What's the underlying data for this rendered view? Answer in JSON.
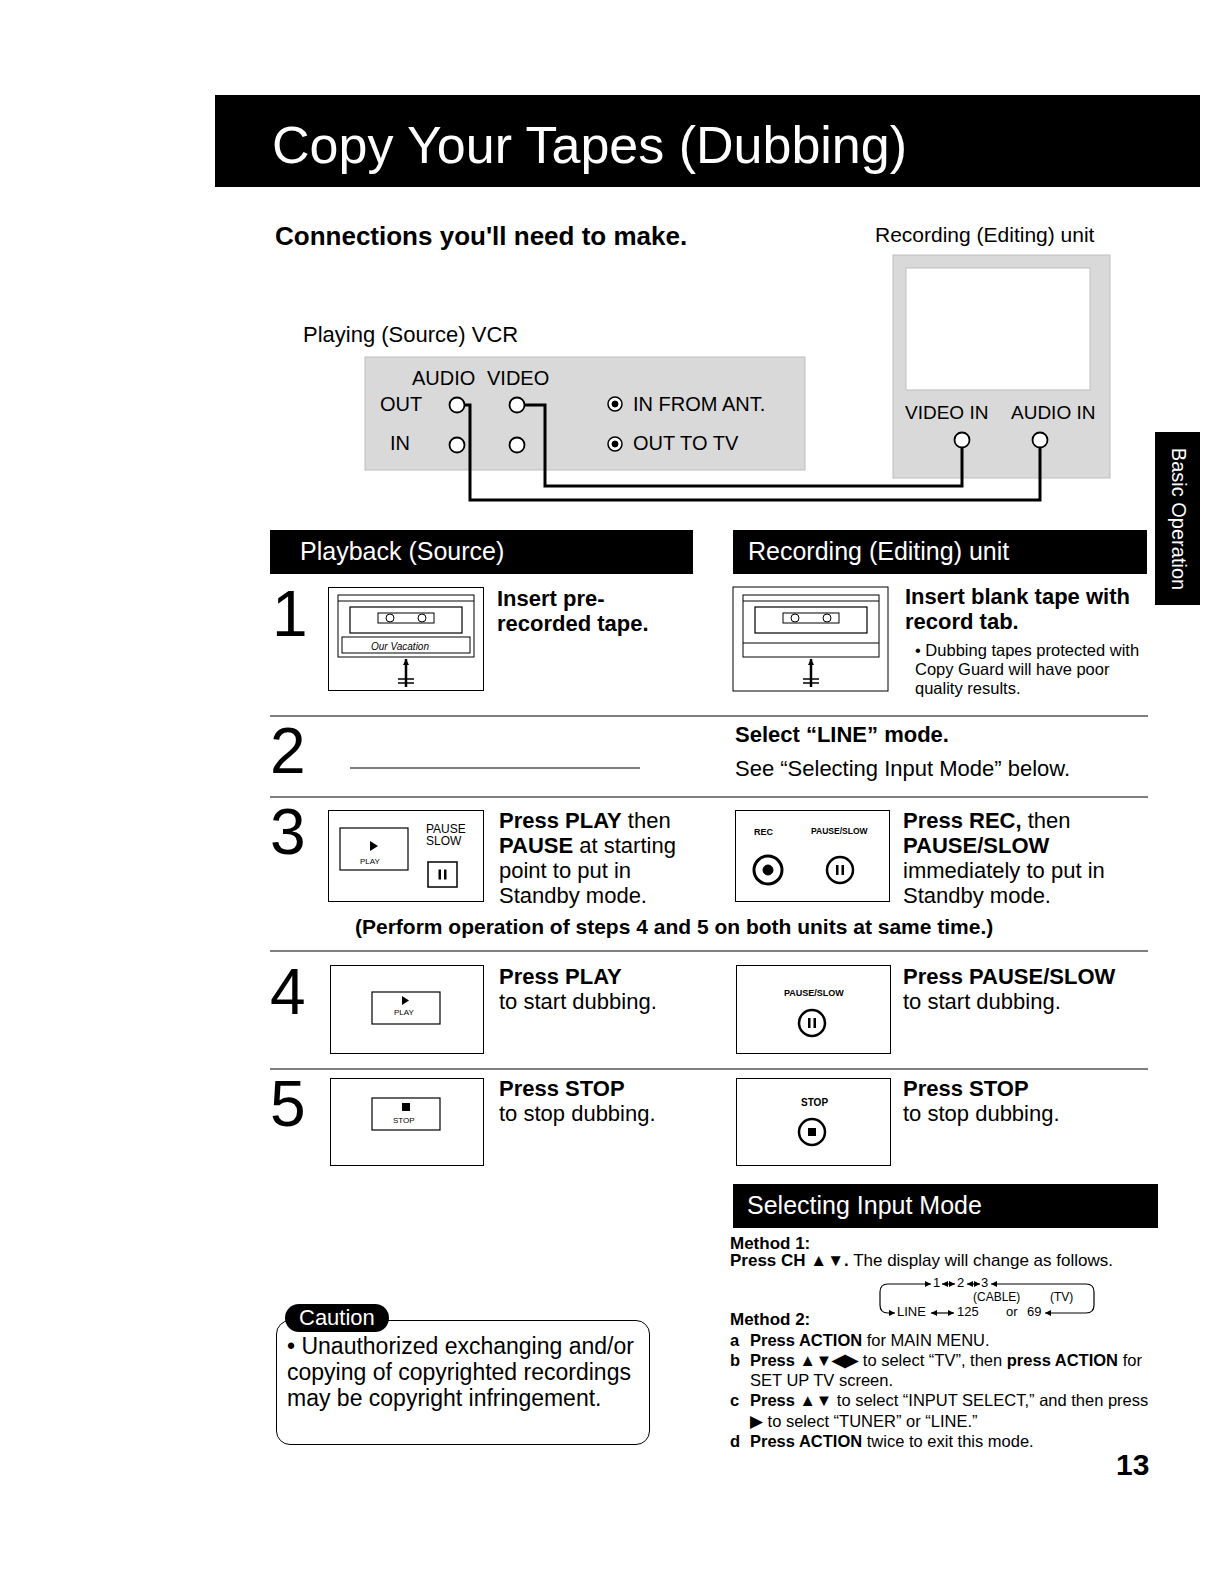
{
  "diagram": {
    "title": "Copy Your Tapes (Dubbing)",
    "nodes": [
      {
        "text": [
          "Playing (Source) VCR"
        ]
      },
      {
        "text": [
          "Recording (Editing) unit"
        ]
      },
      {
        "text": [
          "Basic Operation"
        ]
      },
      {
        "text": [
          "Playback (Source)"
        ]
      },
      {
        "text": [
          "Recording (Editing) unit"
        ]
      },
      {
        "text": [
          "Our Vacation"
        ]
      },
      {
        "text": [
          "PLAY",
          "PAUSE SLOW"
        ]
      },
      {
        "text": [
          "REC",
          "PAUSE/SLOW"
        ]
      },
      {
        "text": [
          "PLAY"
        ]
      },
      {
        "text": [
          "PAUSE/SLOW"
        ]
      },
      {
        "text": [
          "STOP"
        ]
      },
      {
        "text": [
          "STOP"
        ]
      },
      {
        "text": [
          "Caution",
          "• Unauthorized exchanging and/or copying of copyrighted recordings may be copyright infringement."
        ]
      },
      {
        "text": [
          "Selecting Input Mode"
        ]
      }
    ],
    "edges": [
      {
        "from": 0,
        "to": 1,
        "arrow": "none"
      },
      {
        "from": 0,
        "to": 1,
        "arrow": "none"
      }
    ],
    "labels": [
      "Connections you'll need to make.",
      "AUDIO",
      "VIDEO",
      "OUT",
      "IN",
      "IN FROM ANT.",
      "OUT TO TV",
      "VIDEO IN",
      "AUDIO IN",
      "1",
      "Insert pre-recorded tape.",
      "Insert blank tape with record tab.",
      "• Dubbing tapes protected with Copy Guard will have poor quality results.",
      "2",
      "Select “LINE” mode.",
      "See “Selecting Input Mode” below.",
      "3",
      "Press PLAY",
      "then",
      "PAUSE",
      "at starting point to put in Standby mode.",
      "Press REC,",
      "then",
      "PAUSE/SLOW",
      "immediately to put in Standby mode.",
      "(Perform operation of steps 4 and 5 on both units at same time.)",
      "4",
      "Press PLAY",
      "to start dubbing.",
      "Press PAUSE/SLOW",
      "to start dubbing.",
      "5",
      "Press STOP",
      "to stop dubbing.",
      "Press STOP",
      "to stop dubbing.",
      "Method 1:",
      "Press CH ▲▼.",
      "The display will change as follows.",
      "1",
      "2",
      "3",
      "(CABLE)",
      "(TV)",
      "LINE",
      "125",
      "or",
      "69",
      "Method 2:",
      "a",
      "Press ACTION",
      "for MAIN MENU.",
      "b",
      "Press ▲▼◀▶",
      "to select “TV”, then",
      "press ACTION",
      "for SET UP TV screen.",
      "c",
      "Press ▲▼",
      "to select “INPUT SELECT,” and then press ▶ to select “TUNER” or “LINE.”",
      "d",
      "Press ACTION",
      "twice to exit this mode.",
      "13"
    ]
  }
}
